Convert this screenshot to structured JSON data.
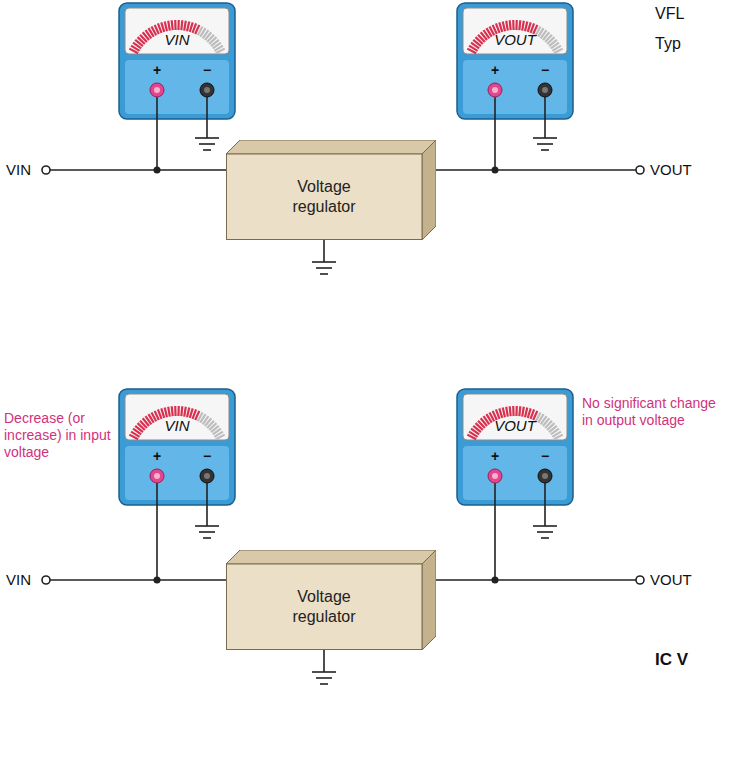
{
  "diagram": {
    "nodes": [
      {
        "text": [
          "VIN",
          "+",
          "−"
        ]
      },
      {
        "text": [
          "Voltage regulator"
        ]
      },
      {
        "text": [
          "VOUT",
          "+",
          "−"
        ]
      },
      {
        "text": [
          "VIN",
          "+",
          "−"
        ]
      },
      {
        "text": [
          "Voltage regulator"
        ]
      },
      {
        "text": [
          "VOUT",
          "+",
          "−"
        ]
      }
    ],
    "edges": [
      {
        "from": 0,
        "to": 1,
        "arrow": "none"
      },
      {
        "from": 1,
        "to": 2,
        "arrow": "none"
      },
      {
        "from": 3,
        "to": 4,
        "arrow": "none"
      },
      {
        "from": 4,
        "to": 5,
        "arrow": "none"
      }
    ],
    "labels": [
      "VFL",
      "Typ",
      "VIN",
      "VOUT",
      "Decrease (or increase) in input voltage",
      "No significant change in output voltage",
      "VIN",
      "VOUT",
      "IC V"
    ]
  }
}
